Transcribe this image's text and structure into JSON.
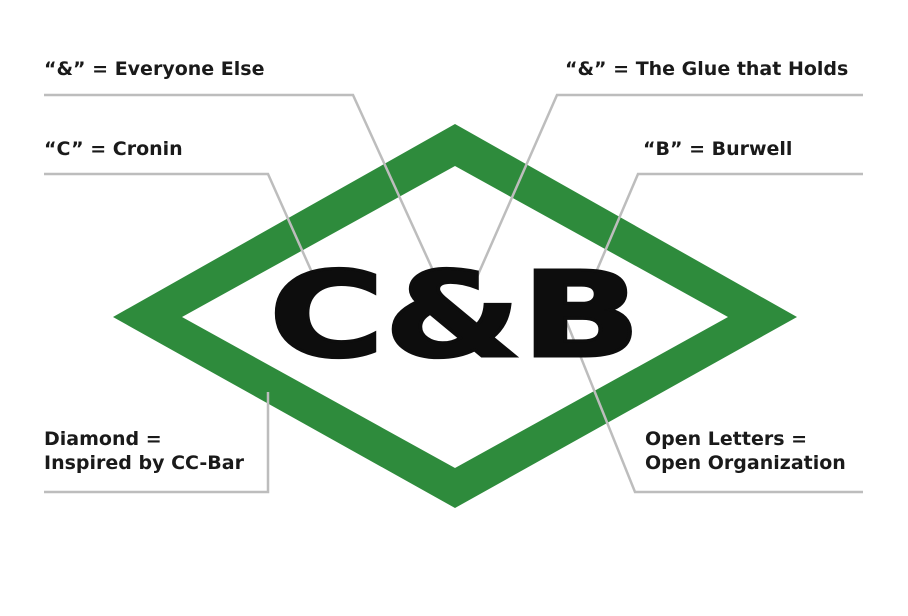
{
  "logo": {
    "text": "C&B",
    "colors": {
      "diamond": "#2e8b3c",
      "letters": "#0d0d0d",
      "leader_lines": "#bdbdbd",
      "label_text": "#1a1a1a"
    }
  },
  "callouts": {
    "amp_everyone_else": "“&” = Everyone Else",
    "amp_glue": "“&” = The Glue that Holds",
    "c_cronin": "“C” = Cronin",
    "b_burwell": "“B” = Burwell",
    "diamond": {
      "line1": "Diamond =",
      "line2": "Inspired by CC-Bar"
    },
    "open_letters": {
      "line1": "Open Letters =",
      "line2": "Open Organization"
    }
  }
}
